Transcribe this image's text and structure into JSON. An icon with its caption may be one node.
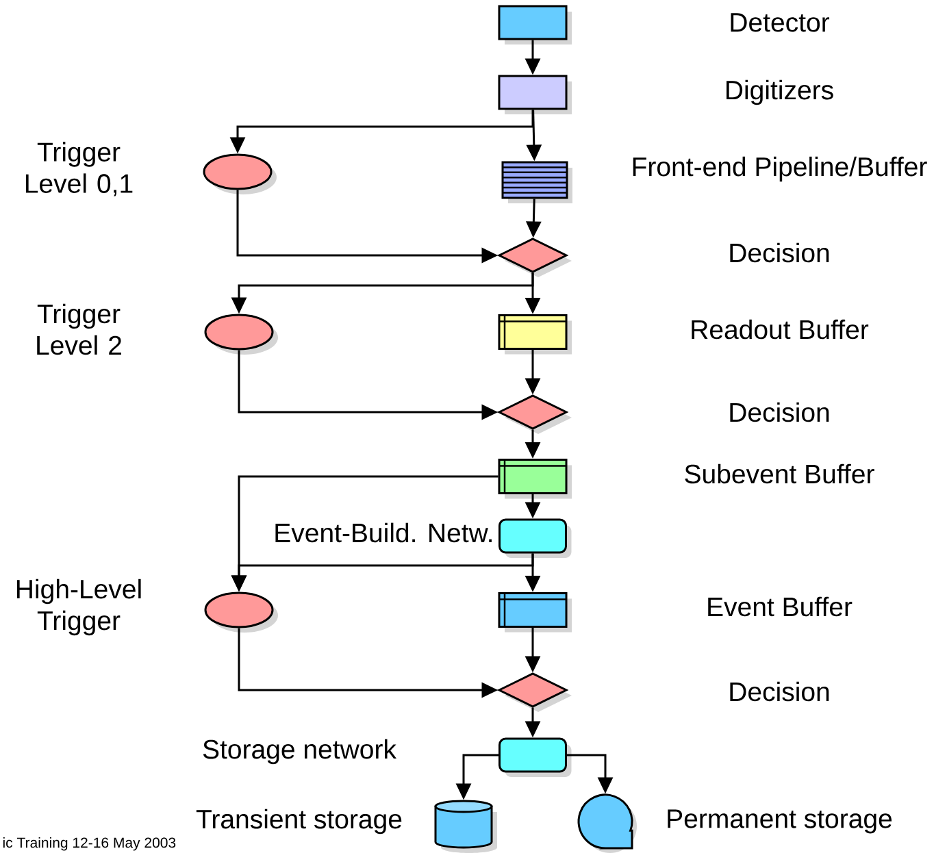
{
  "diagram": {
    "nodes": [
      {
        "text": [],
        "shape": "box"
      },
      {
        "text": [],
        "shape": "box"
      },
      {
        "text": [],
        "shape": "box",
        "beside": [
          "Front-end Pipeline/Buffer"
        ]
      },
      {
        "text": [],
        "shape": "ellipse",
        "beside": [
          "Trigger Level 0,1"
        ]
      },
      {
        "text": [],
        "shape": "diamond"
      },
      {
        "text": [],
        "shape": "box"
      },
      {
        "text": [],
        "shape": "ellipse",
        "beside": [
          "Trigger Level 2"
        ]
      },
      {
        "text": [],
        "shape": "diamond"
      },
      {
        "text": [],
        "shape": "box"
      },
      {
        "text": [],
        "shape": "box",
        "beside": [
          "Event-Build. Netw."
        ]
      },
      {
        "text": [],
        "shape": "box"
      },
      {
        "text": [],
        "shape": "ellipse",
        "beside": [
          "High-Level Trigger"
        ]
      },
      {
        "text": [],
        "shape": "diamond"
      },
      {
        "text": [],
        "shape": "box"
      },
      {
        "text": [],
        "shape": "cylinder",
        "beside": [
          "Transient storage"
        ]
      },
      {
        "text": [],
        "shape": "circle",
        "beside": [
          "Permanent storage"
        ]
      }
    ],
    "edges": [
      {
        "from": 0,
        "to": 1,
        "arrow": "to"
      },
      {
        "from": 1,
        "to": 2,
        "arrow": "to"
      },
      {
        "from": 1,
        "to": 3,
        "arrow": "to"
      },
      {
        "from": 3,
        "to": 4,
        "arrow": "to"
      },
      {
        "from": 2,
        "to": 4,
        "arrow": "to"
      },
      {
        "from": 4,
        "to": 5,
        "arrow": "to"
      },
      {
        "from": 4,
        "to": 6,
        "arrow": "to"
      },
      {
        "from": 6,
        "to": 7,
        "arrow": "to"
      },
      {
        "from": 5,
        "to": 7,
        "arrow": "to"
      },
      {
        "from": 7,
        "to": 8,
        "arrow": "to"
      },
      {
        "from": 8,
        "to": 9,
        "arrow": "to"
      },
      {
        "from": 8,
        "to": 11,
        "arrow": "to"
      },
      {
        "from": 9,
        "to": 10,
        "arrow": "to"
      },
      {
        "from": 9,
        "to": 11,
        "arrow": "to"
      },
      {
        "from": 10,
        "to": 12,
        "arrow": "to"
      },
      {
        "from": 11,
        "to": 12,
        "arrow": "to"
      },
      {
        "from": 12,
        "to": 13,
        "arrow": "to"
      },
      {
        "from": 13,
        "to": 14,
        "arrow": "to"
      },
      {
        "from": 13,
        "to": 15,
        "arrow": "to"
      }
    ],
    "labels": [
      "Detector",
      "Digitizers",
      "Decision",
      "Readout Buffer",
      "Decision",
      "Subevent Buffer",
      "Event Buffer",
      "Decision",
      "Storage network",
      "ic Training 12-16 May 2003"
    ]
  }
}
